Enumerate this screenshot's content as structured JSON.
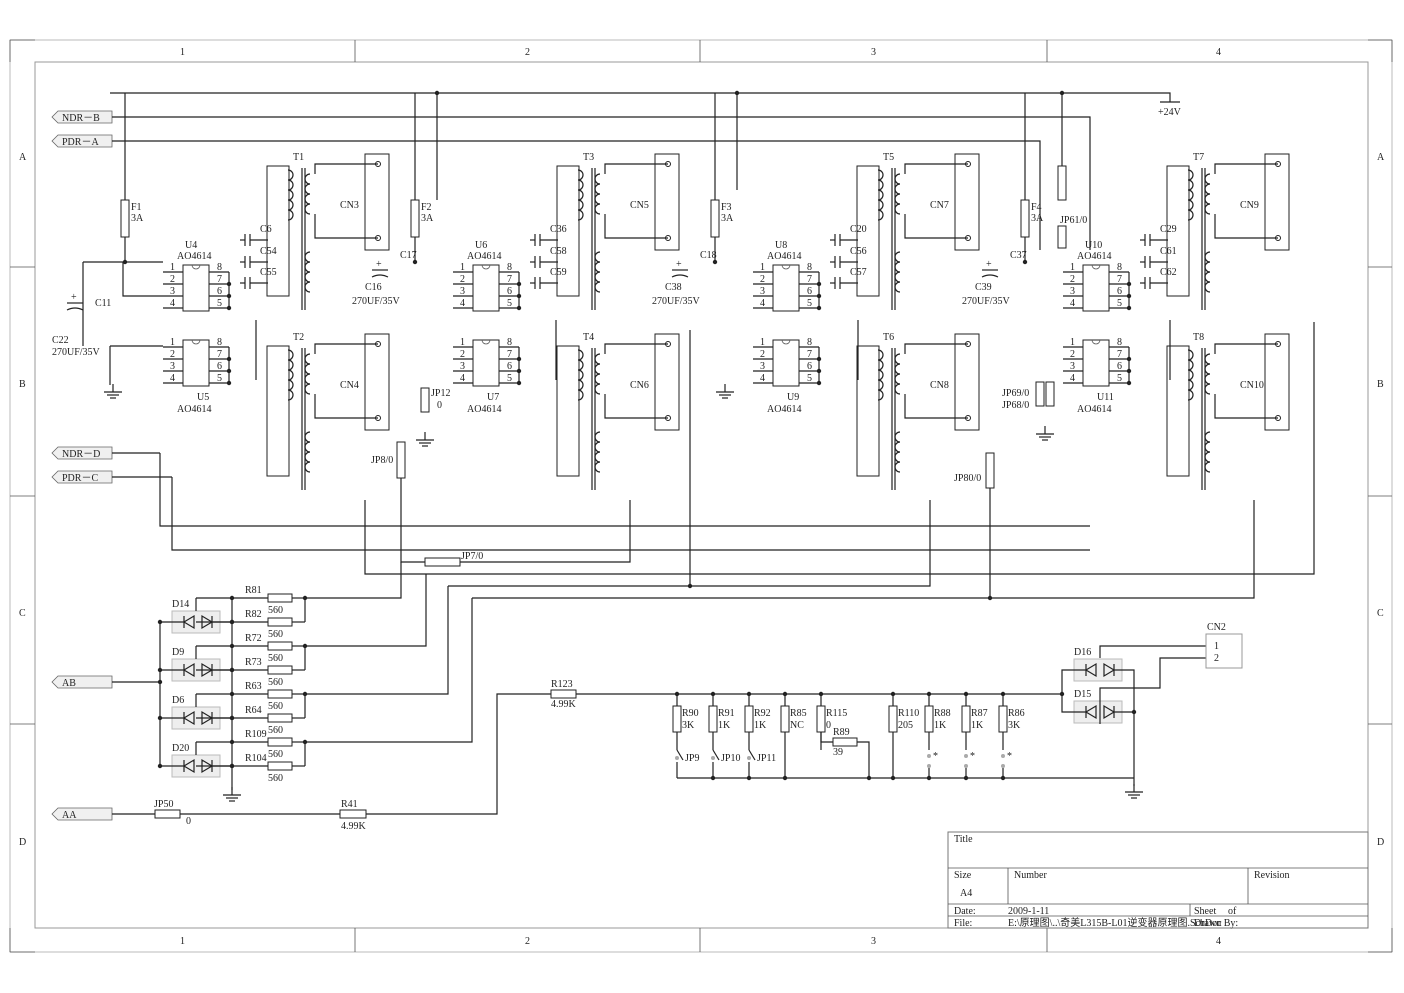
{
  "frame": {
    "col_labels": [
      "1",
      "2",
      "3",
      "4"
    ],
    "row_labels": [
      "A",
      "B",
      "C",
      "D"
    ]
  },
  "power": {
    "vcc_label": "+24V"
  },
  "ports": {
    "ndr_b": "NDR－B",
    "pdr_a": "PDR－A",
    "ndr_d": "NDR－D",
    "pdr_c": "PDR－C",
    "ab": "AB",
    "aa": "AA"
  },
  "stages": [
    {
      "fuse": "F1",
      "fuse_val": "3A",
      "u_top": "U4",
      "u_top_val": "AO4614",
      "u_bot": "U5",
      "u_bot_val": "AO4614",
      "caps": [
        "C6",
        "C54",
        "C55"
      ],
      "cap_big": "C22",
      "cap_big_val": "270UF/35V",
      "cap_small": "C11",
      "t_top": "T1",
      "t_bot": "T2",
      "cn_top": "CN3",
      "cn_bot": "CN4"
    },
    {
      "fuse": "F2",
      "fuse_val": "3A",
      "u_top": "U6",
      "u_top_val": "AO4614",
      "u_bot": "U7",
      "u_bot_val": "AO4614",
      "caps": [
        "C36",
        "C58",
        "C59"
      ],
      "cap_big": "C16",
      "cap_big_val": "270UF/35V",
      "cap_small": "C17",
      "t_top": "T3",
      "t_bot": "T4",
      "cn_top": "CN5",
      "cn_bot": "CN6"
    },
    {
      "fuse": "F3",
      "fuse_val": "3A",
      "u_top": "U8",
      "u_top_val": "AO4614",
      "u_bot": "U9",
      "u_bot_val": "AO4614",
      "caps": [
        "C20",
        "C56",
        "C57"
      ],
      "cap_big": "C38",
      "cap_big_val": "270UF/35V",
      "cap_small": "C18",
      "t_top": "T5",
      "t_bot": "T6",
      "cn_top": "CN7",
      "cn_bot": "CN8"
    },
    {
      "fuse": "F4",
      "fuse_val": "3A",
      "u_top": "U10",
      "u_top_val": "AO4614",
      "u_bot": "U11",
      "u_bot_val": "AO4614",
      "caps": [
        "C29",
        "C61",
        "C62"
      ],
      "cap_big": "C39",
      "cap_big_val": "270UF/35V",
      "cap_small": "C37",
      "t_top": "T7",
      "t_bot": "T8",
      "cn_top": "CN9",
      "cn_bot": "CN10"
    }
  ],
  "pins": [
    "1",
    "2",
    "3",
    "4",
    "5",
    "6",
    "7",
    "8"
  ],
  "jumpers": {
    "jp12": "JP12",
    "jp12_val": "0",
    "jp8": "JP8/0",
    "jp7": "JP7/0",
    "jp80": "JP80/0",
    "jp61": "JP61/0",
    "jp69": "JP69/0",
    "jp68": "JP68/0",
    "jp50": "JP50",
    "jp50_val": "0"
  },
  "diodes": [
    "D14",
    "D9",
    "D6",
    "D20"
  ],
  "resistor_ladder": [
    {
      "name": "R81",
      "val": "560"
    },
    {
      "name": "R82",
      "val": "560"
    },
    {
      "name": "R72",
      "val": "560"
    },
    {
      "name": "R73",
      "val": "560"
    },
    {
      "name": "R63",
      "val": "560"
    },
    {
      "name": "R64",
      "val": "560"
    },
    {
      "name": "R109",
      "val": "560"
    },
    {
      "name": "R104",
      "val": "560"
    }
  ],
  "r123": {
    "name": "R123",
    "val": "4.99K"
  },
  "r41": {
    "name": "R41",
    "val": "4.99K"
  },
  "sense_resistors": [
    {
      "name": "R90",
      "val": "3K",
      "jp": "JP9"
    },
    {
      "name": "R91",
      "val": "1K",
      "jp": "JP10"
    },
    {
      "name": "R92",
      "val": "1K",
      "jp": "JP11"
    },
    {
      "name": "R85",
      "val": "NC",
      "jp": ""
    },
    {
      "name": "R115",
      "val": "0",
      "jp": ""
    },
    {
      "name": "R110",
      "val": "205",
      "jp": ""
    },
    {
      "name": "R88",
      "val": "1K",
      "jp": "*"
    },
    {
      "name": "R87",
      "val": "1K",
      "jp": "*"
    },
    {
      "name": "R86",
      "val": "3K",
      "jp": "*"
    }
  ],
  "r89": {
    "name": "R89",
    "val": "39"
  },
  "cn2": {
    "name": "CN2",
    "pin1": "1",
    "pin2": "2"
  },
  "diodes_right": [
    "D16",
    "D15"
  ],
  "title_block": {
    "title_label": "Title",
    "size_label": "Size",
    "size_value": "A4",
    "number_label": "Number",
    "revision_label": "Revision",
    "date_label": "Date:",
    "date_value": "2009-1-11",
    "sheet_label": "Sheet",
    "of_label": "of",
    "file_label": "File:",
    "file_value": "E:\\原理图\\..\\奇美L315B-L01逆变器原理图.SchDoc",
    "drawn_label": "Drawn By:"
  }
}
